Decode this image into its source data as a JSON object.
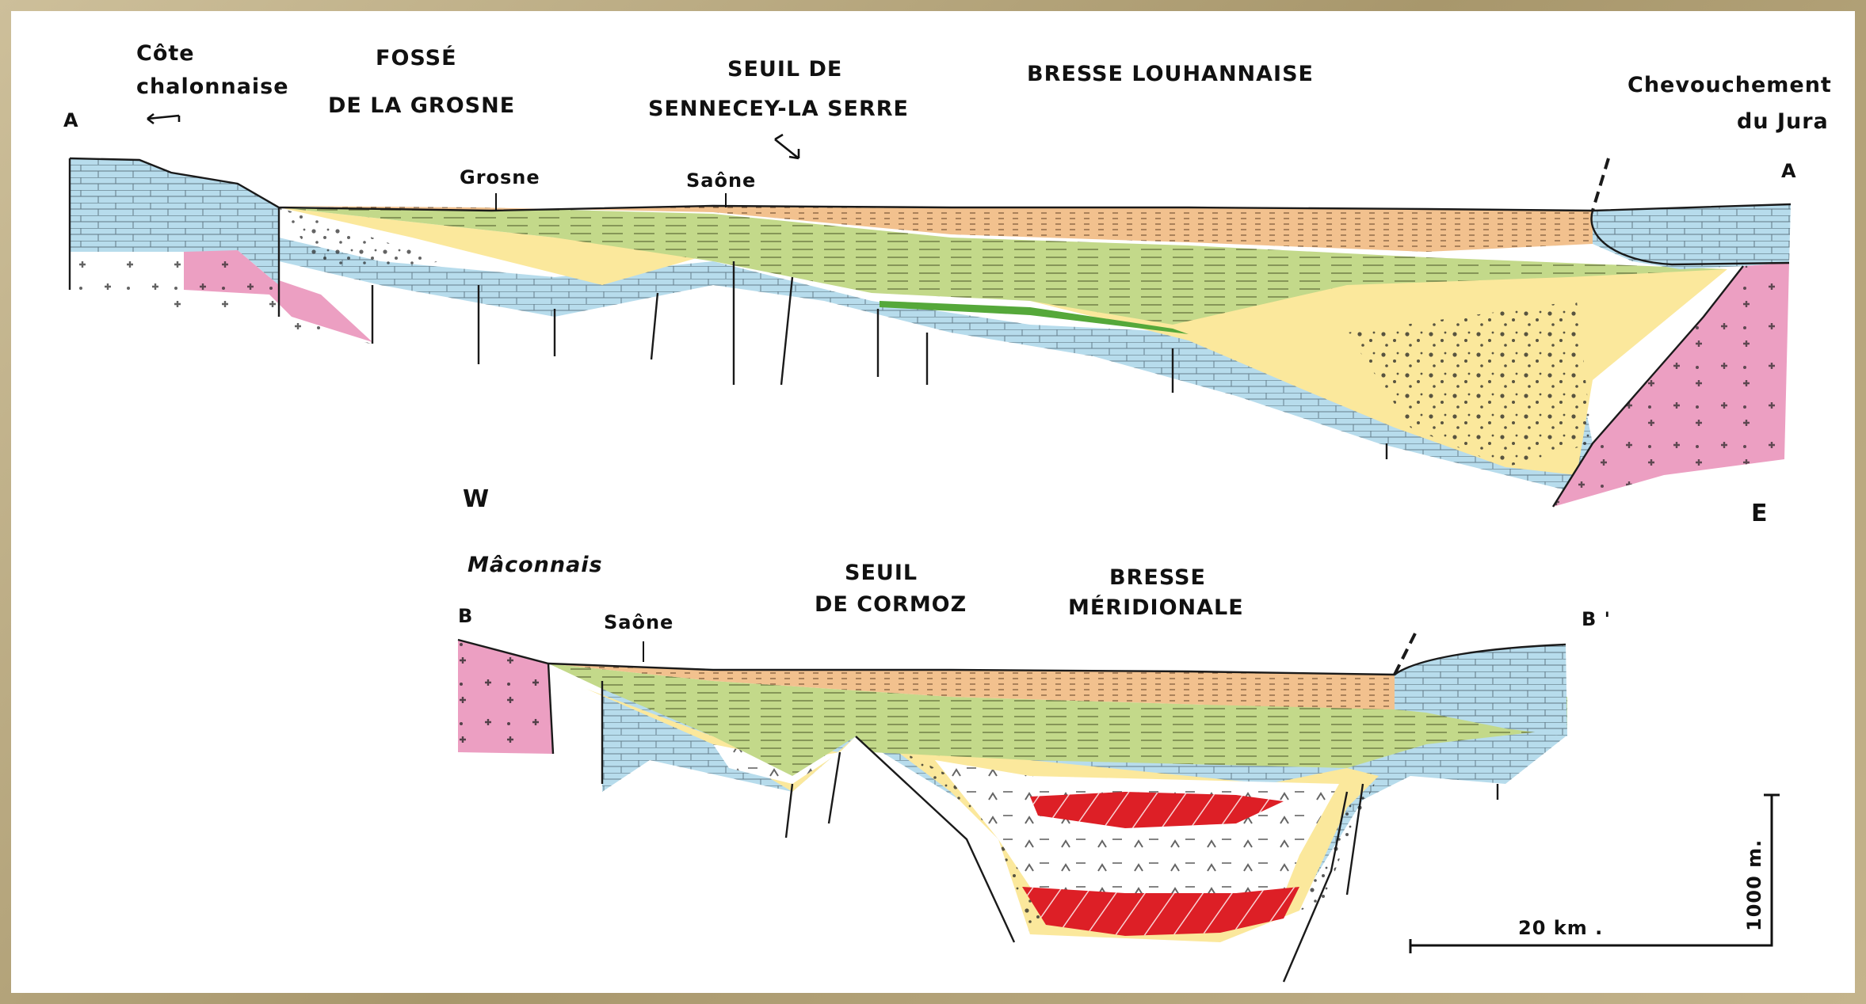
{
  "section_a": {
    "start_letter": "A",
    "end_letter": "A",
    "regions": {
      "cote_1": "Côte",
      "cote_2": "chalonnaise",
      "fosse_1": "FOSSÉ",
      "fosse_2": "DE LA GROSNE",
      "seuil_1": "SEUIL DE",
      "seuil_2": "SENNECEY-LA SERRE",
      "bresse": "BRESSE LOUHANNAISE",
      "chev_1": "Chevouchement",
      "chev_2": "du Jura"
    },
    "rivers": {
      "grosne": "Grosne",
      "saone": "Saône"
    }
  },
  "orientation": {
    "west": "W",
    "east": "E"
  },
  "section_b": {
    "start_letter": "B",
    "end_letter": "B '",
    "regions": {
      "maconnais": "Mâconnais",
      "seuil_1": "SEUIL",
      "seuil_2": "DE CORMOZ",
      "bresse_1": "BRESSE",
      "bresse_2": "MÉRIDIONALE"
    },
    "rivers": {
      "saone": "Saône"
    }
  },
  "scale": {
    "horizontal": "20 km .",
    "vertical": "1000 m."
  },
  "colors": {
    "basement_pink": "#ec9fc2",
    "limestone_blue": "#b7dcec",
    "miocene_yellow": "#fbe89c",
    "pliocene_green": "#c3d98a",
    "quaternary_orange": "#f2c18e",
    "salt_red": "#dd1f26",
    "marker_green": "#55a83a",
    "evaporite_white": "#ffffff"
  }
}
